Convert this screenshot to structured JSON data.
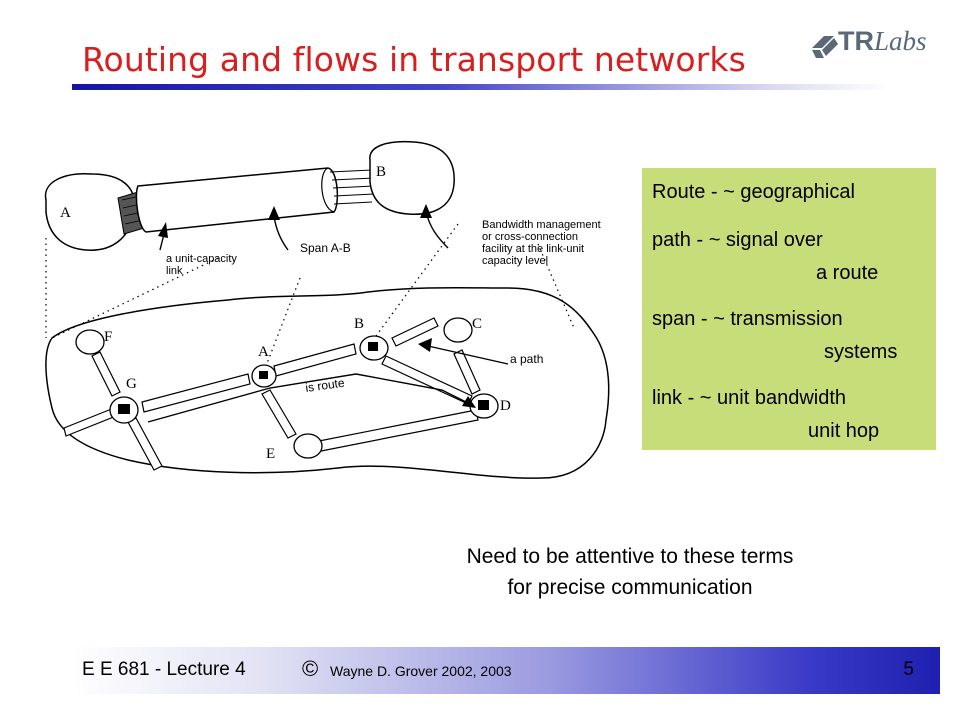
{
  "slide": {
    "title": "Routing and flows in transport networks",
    "logo": {
      "text_main": "TR",
      "text_italic": "Labs"
    }
  },
  "diagram": {
    "top_nodes": [
      "A",
      "B"
    ],
    "callouts": {
      "unit_link": [
        "a unit-capacity",
        "link"
      ],
      "span": "Span A-B",
      "bandwidth": [
        "Bandwidth management",
        "or cross-connection",
        "facility at the link-unit",
        "capacity level"
      ]
    },
    "network_nodes": [
      "F",
      "G",
      "A",
      "B",
      "C",
      "D",
      "E"
    ],
    "path_label": "a path",
    "route_label": "is route"
  },
  "glossary": [
    {
      "first": "Route - ~ geographical",
      "second": ""
    },
    {
      "first": "path - ~ signal over",
      "second": "a route"
    },
    {
      "first": "span - ~ transmission",
      "second": "systems"
    },
    {
      "first": "link - ~ unit bandwidth",
      "second": "unit hop"
    }
  ],
  "note": [
    "Need to be attentive to these terms",
    "for precise communication"
  ],
  "footer": {
    "course": "E E 681 - Lecture 4",
    "copyright_symbol": "©",
    "author": "Wayne D. Grover 2002, 2003",
    "page_number": "5"
  }
}
